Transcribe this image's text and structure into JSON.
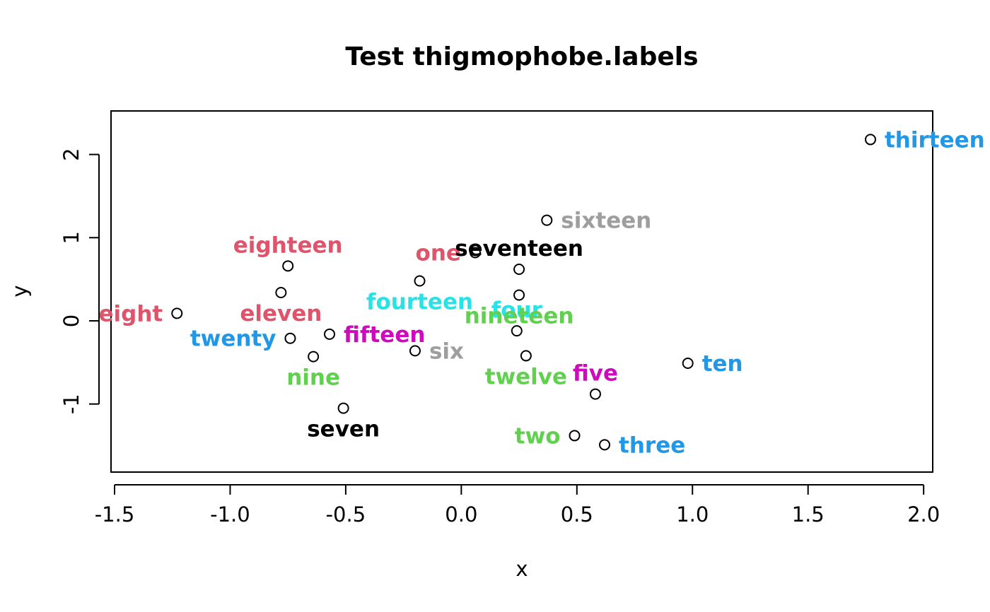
{
  "chart_data": {
    "type": "scatter",
    "title": "Test thigmophobe.labels",
    "xlabel": "x",
    "ylabel": "y",
    "xlim": [
      -1.5,
      2.0
    ],
    "ylim": [
      -1.75,
      2.5
    ],
    "xticks": [
      -1.5,
      -1.0,
      -0.5,
      0.0,
      0.5,
      1.0,
      1.5,
      2.0
    ],
    "xtick_labels": [
      "-1.5",
      "-1.0",
      "-0.5",
      "0.0",
      "0.5",
      "1.0",
      "1.5",
      "2.0"
    ],
    "yticks": [
      -1,
      0,
      1,
      2
    ],
    "ytick_labels": [
      "-1",
      "0",
      "1",
      "2"
    ],
    "grid": false,
    "colors": {
      "red": "#df536b",
      "green": "#61d04f",
      "blue": "#2297e6",
      "cyan": "#28e2e5",
      "magenta": "#cd0bbc",
      "gray": "#9e9e9e",
      "black": "#000000"
    },
    "points": [
      {
        "label": "one",
        "x": 0.06,
        "y": 0.82,
        "color": "#df536b",
        "pos": "left"
      },
      {
        "label": "two",
        "x": 0.49,
        "y": -1.38,
        "color": "#61d04f",
        "pos": "left"
      },
      {
        "label": "three",
        "x": 0.62,
        "y": -1.49,
        "color": "#2297e6",
        "pos": "right"
      },
      {
        "label": "four",
        "x": 0.24,
        "y": -0.12,
        "color": "#28e2e5",
        "pos": "top"
      },
      {
        "label": "five",
        "x": 0.58,
        "y": -0.88,
        "color": "#cd0bbc",
        "pos": "top"
      },
      {
        "label": "six",
        "x": -0.2,
        "y": -0.36,
        "color": "#9e9e9e",
        "pos": "right"
      },
      {
        "label": "seven",
        "x": -0.51,
        "y": -1.05,
        "color": "#000000",
        "pos": "bottom"
      },
      {
        "label": "eight",
        "x": -1.23,
        "y": 0.09,
        "color": "#df536b",
        "pos": "left"
      },
      {
        "label": "nine",
        "x": -0.64,
        "y": -0.43,
        "color": "#61d04f",
        "pos": "bottom"
      },
      {
        "label": "ten",
        "x": 0.98,
        "y": -0.51,
        "color": "#2297e6",
        "pos": "right"
      },
      {
        "label": "eleven",
        "x": -0.78,
        "y": 0.34,
        "color": "#df536b",
        "pos": "bottom"
      },
      {
        "label": "twelve",
        "x": 0.28,
        "y": -0.42,
        "color": "#61d04f",
        "pos": "bottom"
      },
      {
        "label": "thirteen",
        "x": 1.77,
        "y": 2.18,
        "color": "#2297e6",
        "pos": "right"
      },
      {
        "label": "fourteen",
        "x": -0.18,
        "y": 0.48,
        "color": "#28e2e5",
        "pos": "bottom"
      },
      {
        "label": "fifteen",
        "x": -0.57,
        "y": -0.16,
        "color": "#cd0bbc",
        "pos": "right"
      },
      {
        "label": "sixteen",
        "x": 0.37,
        "y": 1.21,
        "color": "#9e9e9e",
        "pos": "right"
      },
      {
        "label": "seventeen",
        "x": 0.25,
        "y": 0.62,
        "color": "#000000",
        "pos": "top"
      },
      {
        "label": "eighteen",
        "x": -0.75,
        "y": 0.66,
        "color": "#df536b",
        "pos": "top"
      },
      {
        "label": "nineteen",
        "x": 0.25,
        "y": 0.31,
        "color": "#61d04f",
        "pos": "bottom"
      },
      {
        "label": "twenty",
        "x": -0.74,
        "y": -0.21,
        "color": "#2297e6",
        "pos": "left"
      }
    ]
  }
}
